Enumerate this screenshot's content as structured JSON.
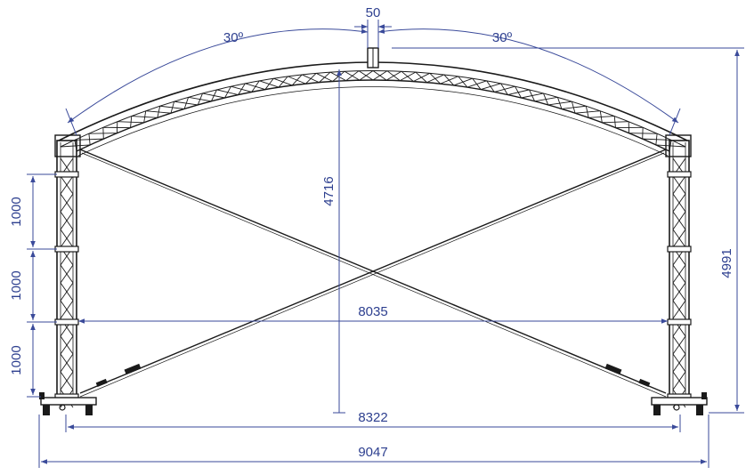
{
  "dimensions": {
    "top_gap": "50",
    "left_angle": "30º",
    "right_angle": "30º",
    "arch_height": "4716",
    "total_height": "4991",
    "segment_1": "1000",
    "segment_2": "1000",
    "segment_3": "1000",
    "inner_width": "8035",
    "base_width": "8322",
    "total_width": "9047"
  },
  "colors": {
    "dimension": "#2d3f8f",
    "structure": "#1a1a1a",
    "background": "#ffffff"
  }
}
